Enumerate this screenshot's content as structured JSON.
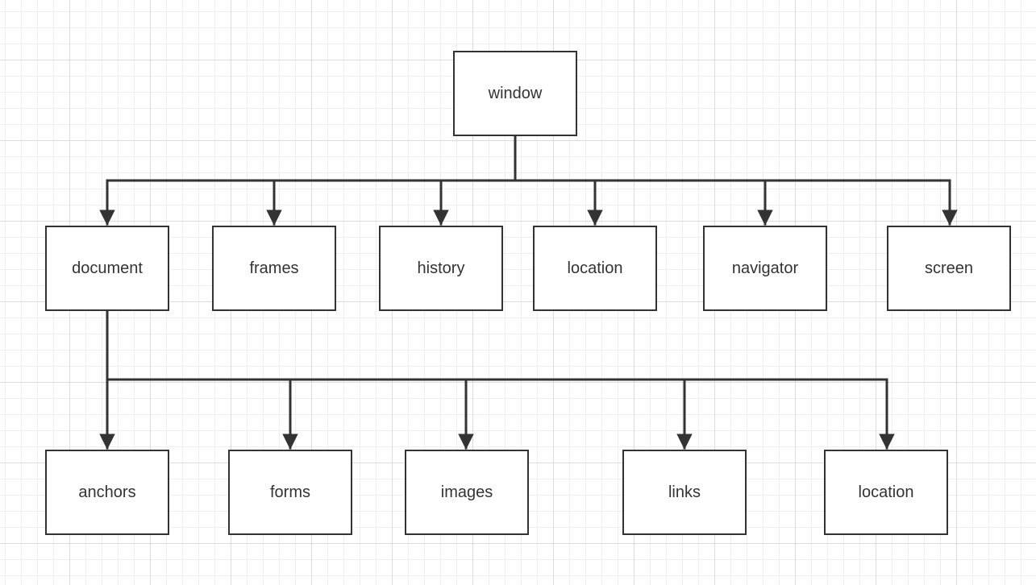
{
  "diagram": {
    "root": {
      "label": "window"
    },
    "level1": [
      {
        "label": "document"
      },
      {
        "label": "frames"
      },
      {
        "label": "history"
      },
      {
        "label": "location"
      },
      {
        "label": "navigator"
      },
      {
        "label": "screen"
      }
    ],
    "level2": [
      {
        "label": "anchors"
      },
      {
        "label": "forms"
      },
      {
        "label": "images"
      },
      {
        "label": "links"
      },
      {
        "label": "location"
      }
    ],
    "colors": {
      "line": "#333333",
      "box_border": "#333333",
      "box_fill": "#ffffff",
      "text": "#333333",
      "background": "#ffffff",
      "grid": "#e6e6e6"
    }
  }
}
